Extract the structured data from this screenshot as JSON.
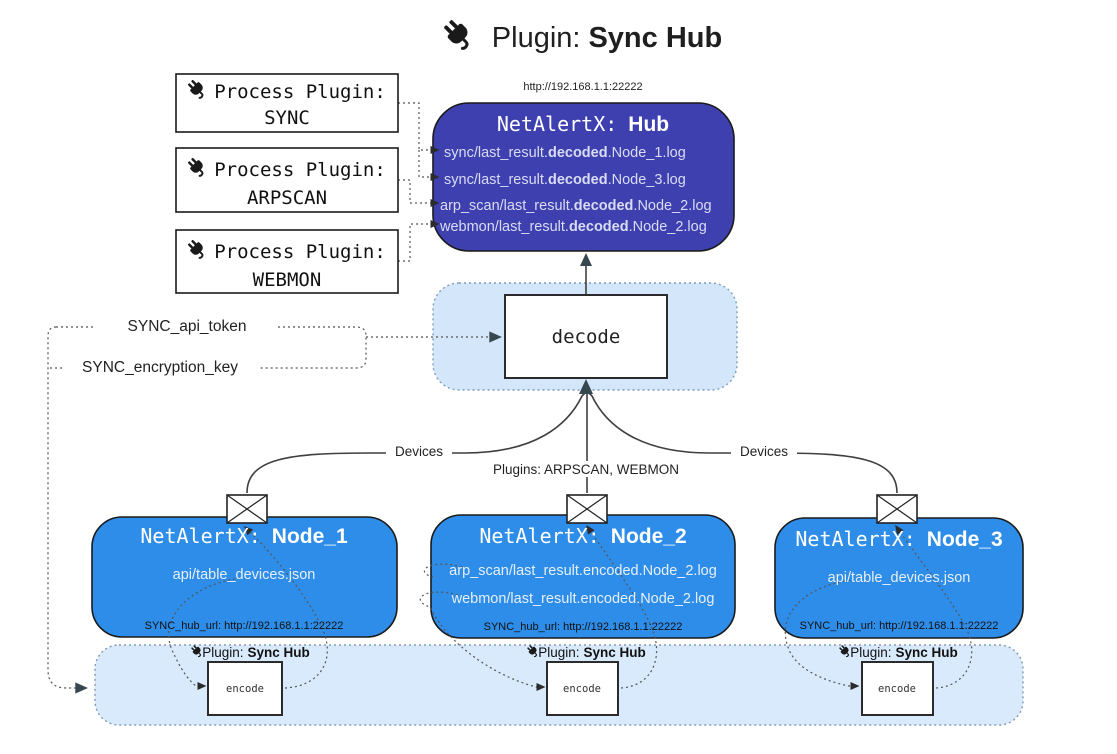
{
  "title": {
    "prefix": "Plugin:",
    "name": "Sync Hub",
    "icon": "plug-icon"
  },
  "process_plugins": [
    {
      "label": "Process Plugin:",
      "name": "SYNC",
      "icon": "plug-icon"
    },
    {
      "label": "Process Plugin:",
      "name": "ARPSCAN",
      "icon": "plug-icon"
    },
    {
      "label": "Process Plugin:",
      "name": "WEBMON",
      "icon": "plug-icon"
    }
  ],
  "hub": {
    "url": "http://192.168.1.1:22222",
    "title_prefix": "NetAlertX:",
    "title_name": "Hub",
    "files": [
      {
        "pre": "sync/last_result.",
        "bold": "decoded",
        "post": ".Node_1.log"
      },
      {
        "pre": "sync/last_result.",
        "bold": "decoded",
        "post": ".Node_3.log"
      },
      {
        "pre": "arp_scan/last_result.",
        "bold": "decoded",
        "post": ".Node_2.log"
      },
      {
        "pre": "webmon/last_result.",
        "bold": "decoded",
        "post": ".Node_2.log"
      }
    ]
  },
  "decode": {
    "label": "decode"
  },
  "secrets": {
    "api_token": "SYNC_api_token",
    "encryption_key": "SYNC_encryption_key"
  },
  "edges": {
    "devices_left": "Devices",
    "plugins_label": "Plugins: ARPSCAN, WEBMON",
    "devices_right": "Devices"
  },
  "nodes": [
    {
      "title_prefix": "NetAlertX:",
      "title_name": "Node_1",
      "files": [
        "api/table_devices.json"
      ],
      "hub_url": "SYNC_hub_url: http://192.168.1.1:22222"
    },
    {
      "title_prefix": "NetAlertX:",
      "title_name": "Node_2",
      "files": [
        "arp_scan/last_result.encoded.Node_2.log",
        "webmon/last_result.encoded.Node_2.log"
      ],
      "hub_url": "SYNC_hub_url: http://192.168.1.1:22222"
    },
    {
      "title_prefix": "NetAlertX:",
      "title_name": "Node_3",
      "files": [
        "api/table_devices.json"
      ],
      "hub_url": "SYNC_hub_url: http://192.168.1.1:22222"
    }
  ],
  "band": {
    "plugin_prefix": "Plugin:",
    "plugin_name": "Sync Hub",
    "encode_label": "encode",
    "icon": "plug-icon"
  },
  "colors": {
    "hub_fill": "#3e40b0",
    "node_fill": "#2e8de8",
    "band_fill": "#d8eafb",
    "decode_container_fill": "#d4e7fa",
    "container_border": "#7d9bbf",
    "line": "#3f3f3f",
    "arrow_dark": "#37474f"
  }
}
